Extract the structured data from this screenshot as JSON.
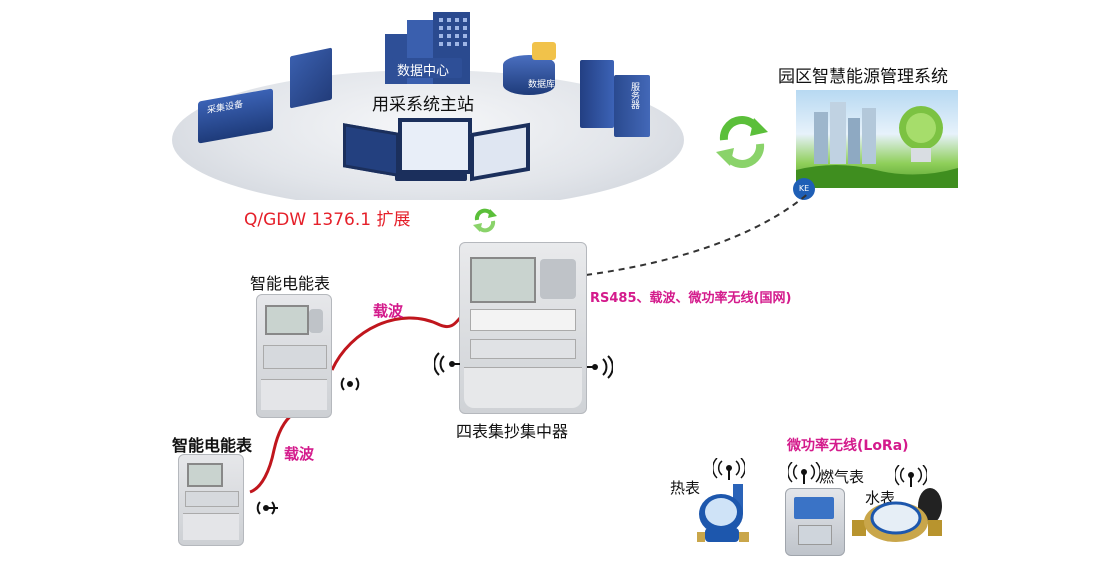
{
  "labels": {
    "master_station": "用采系统主站",
    "data_center": "数据中心",
    "protocol": "Q/GDW 1376.1 扩展",
    "park_system": "园区智慧能源管理系统",
    "links_to_park": "RS485、载波、微功率无线(国网)",
    "smart_meter_1": "智能电能表",
    "smart_meter_2": "智能电能表",
    "carrier_1": "载波",
    "carrier_2": "载波",
    "concentrator": "四表集抄集中器",
    "wireless_lora": "微功率无线(LoRa)",
    "heat_meter": "热表",
    "gas_meter": "燃气表",
    "water_meter": "水表",
    "server_labels": [
      "数据库",
      "服务器",
      "采集设备"
    ]
  },
  "colors": {
    "red_text": "#e5202a",
    "magenta_text": "#d41b8c",
    "platform": "#d9dde3",
    "server_blue": "#2e4f97"
  },
  "icons": [
    "sync-arrows-icon",
    "wireless-signal-icon",
    "ke-logo-icon"
  ]
}
